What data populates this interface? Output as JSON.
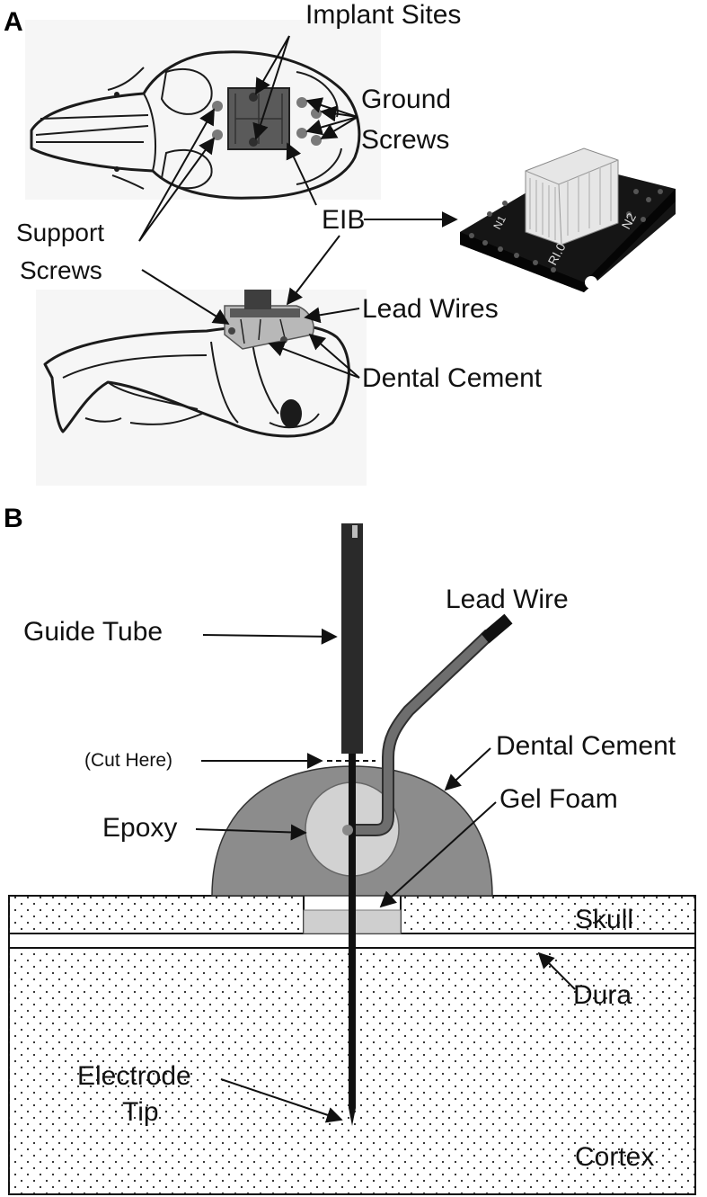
{
  "panels": {
    "a": "A",
    "b": "B"
  },
  "panel_a": {
    "implant_sites": "Implant Sites",
    "ground_screws_1": "Ground",
    "ground_screws_2": "Screws",
    "eib": "EIB",
    "support_screws_1": "Support",
    "support_screws_2": "Screws",
    "lead_wires": "Lead Wires",
    "dental_cement": "Dental Cement",
    "board_marks": [
      "RI.0",
      "N2",
      "N1"
    ]
  },
  "panel_b": {
    "lead_wire": "Lead Wire",
    "guide_tube": "Guide Tube",
    "cut_here": "(Cut Here)",
    "dental_cement": "Dental Cement",
    "gel_foam": "Gel Foam",
    "epoxy": "Epoxy",
    "skull": "Skull",
    "dura": "Dura",
    "electrode_tip_1": "Electrode",
    "electrode_tip_2": "Tip",
    "cortex": "Cortex"
  },
  "colors": {
    "implant_fill": "#5a5a5a",
    "screw": "#7a7a7a",
    "cement": "#8c8c8c",
    "epoxy": "#d2d2d2",
    "gel_foam": "#cfcfcf",
    "guide_tube": "#2a2a2a",
    "board": "#151515"
  }
}
